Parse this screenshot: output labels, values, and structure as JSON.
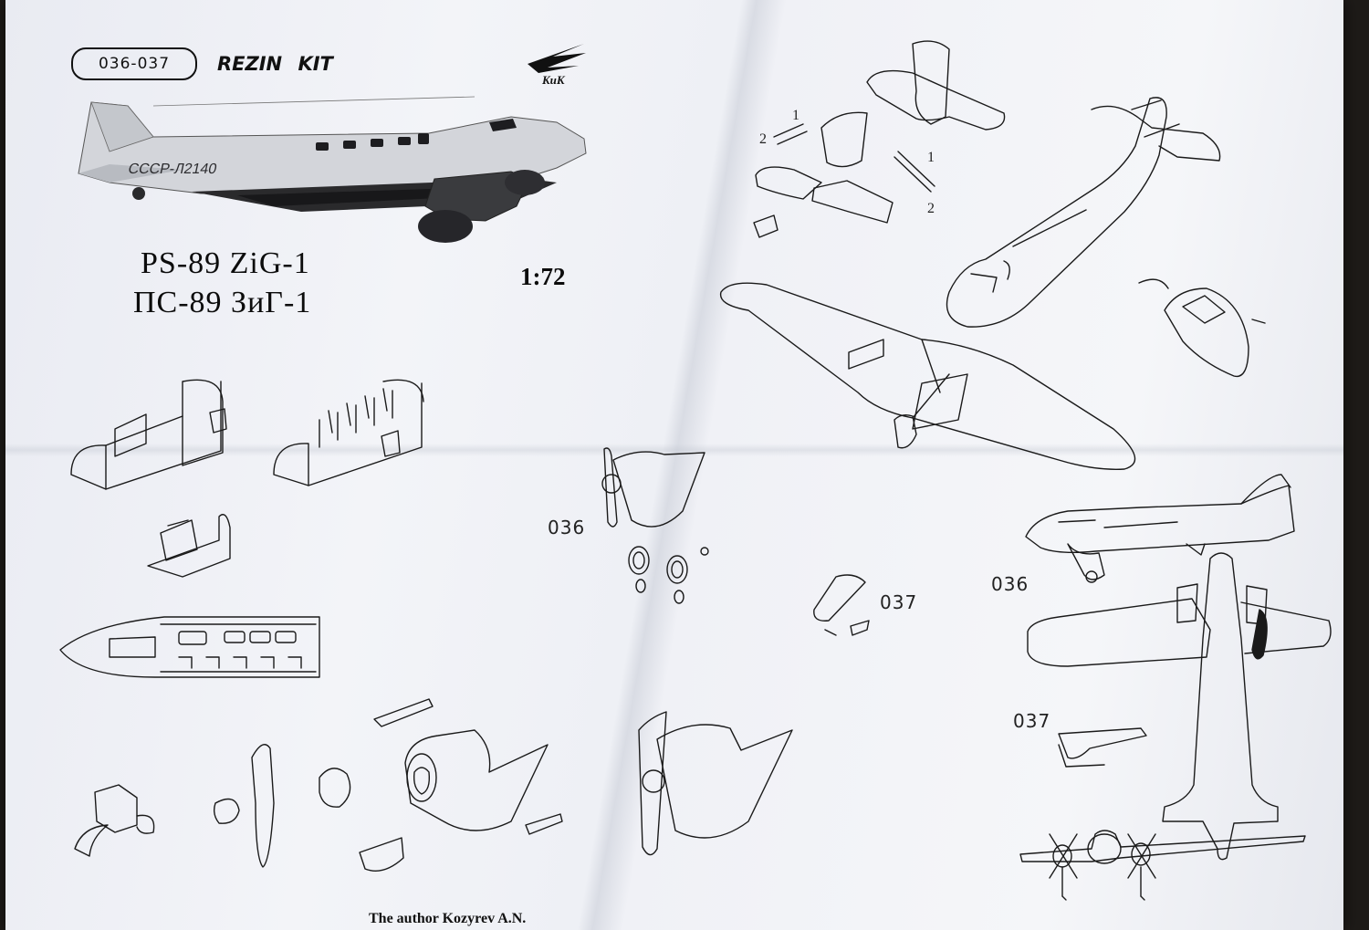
{
  "header": {
    "kit_code": "036-037",
    "brand": "REZIN KIT",
    "logo_text": "KиK"
  },
  "aircraft": {
    "registration": "СССР-Л2140",
    "title_latin": "PS-89  ZiG-1",
    "title_cyrillic": "ПС-89  ЗиГ-1",
    "scale": "1:72"
  },
  "callouts": {
    "variant_036_engine": "036",
    "variant_037_engine": "037",
    "variant_036_side": "036",
    "variant_037_side": "037",
    "part_1_top": "1",
    "part_2_top": "2",
    "part_1_right": "1",
    "part_2_right": "2"
  },
  "footer": {
    "author": "The author Kozyrev A.N."
  },
  "colors": {
    "paper": "#f2f3f7",
    "ink": "#1a1a1a",
    "table": "#1e1b18"
  }
}
